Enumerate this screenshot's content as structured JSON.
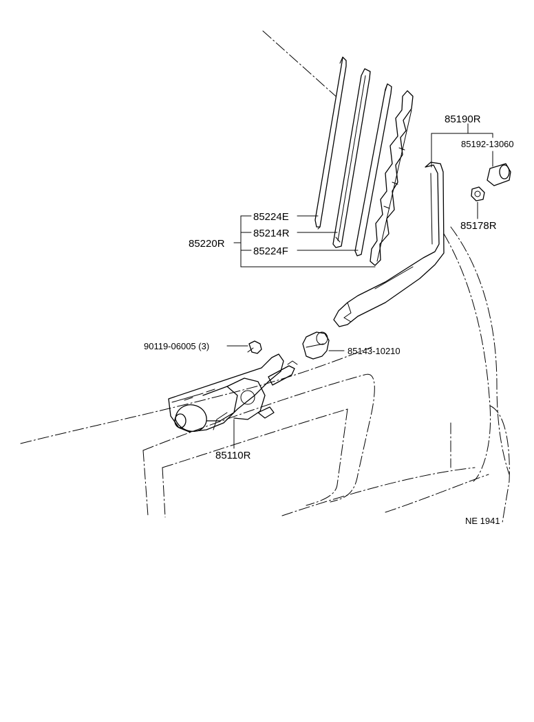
{
  "parts": {
    "p85224E": "85224E",
    "p85214R": "85214R",
    "p85220R": "85220R",
    "p85224F": "85224F",
    "p85190R": "85190R",
    "p85192": "85192-13060",
    "p85178R": "85178R",
    "p90119": "90119-06005 (3)",
    "p85143": "85143-10210",
    "p85110R": "85110R"
  },
  "diagram_code": "NE 1941"
}
